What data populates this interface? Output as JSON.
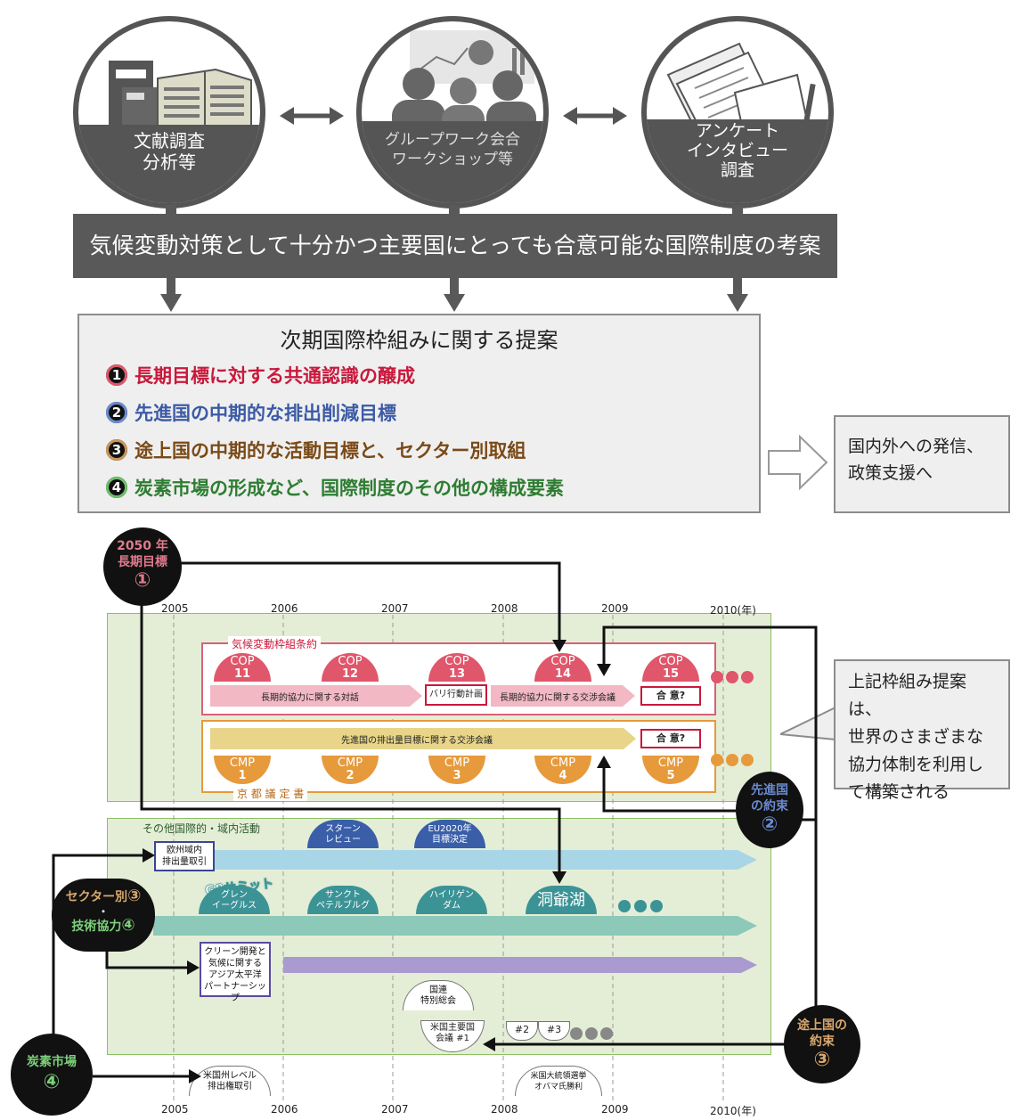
{
  "methods": [
    {
      "label_line1": "文献調査",
      "label_line2": "分析等",
      "icon": "books-icon"
    },
    {
      "label_line1": "グループワーク会合",
      "label_line2": "ワークショップ等",
      "icon": "meeting-icon"
    },
    {
      "label_line1": "アンケート",
      "label_line2": "インタビュー",
      "label_line3": "調査",
      "icon": "documents-icon"
    }
  ],
  "banner": "気候変動対策として十分かつ主要国にとっても合意可能な国際制度の考案",
  "proposal": {
    "title": "次期国際枠組みに関する提案",
    "items": [
      {
        "num": "1",
        "text": "長期目標に対する共通認識の醸成",
        "color": "#c8193c"
      },
      {
        "num": "2",
        "text": "先進国の中期的な排出削減目標",
        "color": "#3c5aa6"
      },
      {
        "num": "3",
        "text": "途上国の中期的な活動目標と、セクター別取組",
        "color": "#7a4a17"
      },
      {
        "num": "4",
        "text": "炭素市場の形成など、国際制度のその他の構成要素",
        "color": "#2e7d32"
      }
    ]
  },
  "output_note": {
    "line1": "国内外への発信、",
    "line2": "政策支援へ"
  },
  "callout_note": {
    "line1": "上記枠組み提案は、",
    "line2": "世界のさまざまな",
    "line3": "協力体制を利用し",
    "line4": "て構築される"
  },
  "years_top": [
    "2005",
    "2006",
    "2007",
    "2008",
    "2009",
    "2010(年)"
  ],
  "years_bottom": [
    "2005",
    "2006",
    "2007",
    "2008",
    "2009",
    "2010(年)"
  ],
  "long_term_goal": {
    "line1": "2050 年",
    "line2": "長期目標",
    "num": "①"
  },
  "developed_commit": {
    "line1": "先進国",
    "line2": "の約束",
    "num": "②"
  },
  "developing_commit": {
    "line1": "途上国の",
    "line2": "約束",
    "num": "③"
  },
  "sector_coop": {
    "line1": "セクター別",
    "num1": "③",
    "sep": "・",
    "line2": "技術協力",
    "num2": "④"
  },
  "carbon_market": {
    "line1": "炭素市場",
    "num": "④"
  },
  "unfccc": {
    "label": "気候変動枠組条約",
    "cops": [
      {
        "top": "COP",
        "num": "11"
      },
      {
        "top": "COP",
        "num": "12"
      },
      {
        "top": "COP",
        "num": "13"
      },
      {
        "top": "COP",
        "num": "14"
      },
      {
        "top": "COP",
        "num": "15"
      }
    ],
    "dialogue": "長期的協力に関する対話",
    "bali": "バリ行動計画",
    "awg": "長期的協力に関する交渉会議",
    "agree": "合 意?"
  },
  "kyoto": {
    "label": "京 都 議 定 書",
    "negotiation": "先進国の排出量目標に関する交渉会議",
    "agree": "合 意?",
    "cmps": [
      {
        "top": "CMP",
        "num": "1"
      },
      {
        "top": "CMP",
        "num": "2"
      },
      {
        "top": "CMP",
        "num": "3"
      },
      {
        "top": "CMP",
        "num": "4"
      },
      {
        "top": "CMP",
        "num": "5"
      }
    ]
  },
  "other": {
    "label": "その他国際的・域内活動",
    "stern": "スターン\nレビュー",
    "eu2020": "EU2020年\n目標決定",
    "eu_ets": "欧州域内\n排出量取引",
    "g8_label": "G8サミット",
    "g8": [
      "グレン\nイーグルス",
      "サンクト\nペテルブルグ",
      "ハイリゲン\nダム",
      "洞爺湖"
    ],
    "app": "クリーン開発と\n気候に関する\nアジア太平洋\nパートナーシップ",
    "un_special": "国連\n特別総会",
    "mem1": "米国主要国\n会議 #1",
    "mem2": "#2",
    "mem3": "#3",
    "us_state": "米国州レベル\n排出権取引",
    "us_election": "米国大統領選挙\nオバマ氏勝利"
  },
  "colors": {
    "dark": "#595959",
    "cop": "#e0566a",
    "cmp": "#e69a3c",
    "stern": "#3a5ea8",
    "g8": "#3b9396",
    "green_bg": "#e4eed6",
    "green_border": "#8cc063",
    "pink": "#f2b8c4",
    "gold": "#e8d58a",
    "blue": "#a8d6e6",
    "teal": "#8cc9b9",
    "purple": "#a99ad0"
  }
}
